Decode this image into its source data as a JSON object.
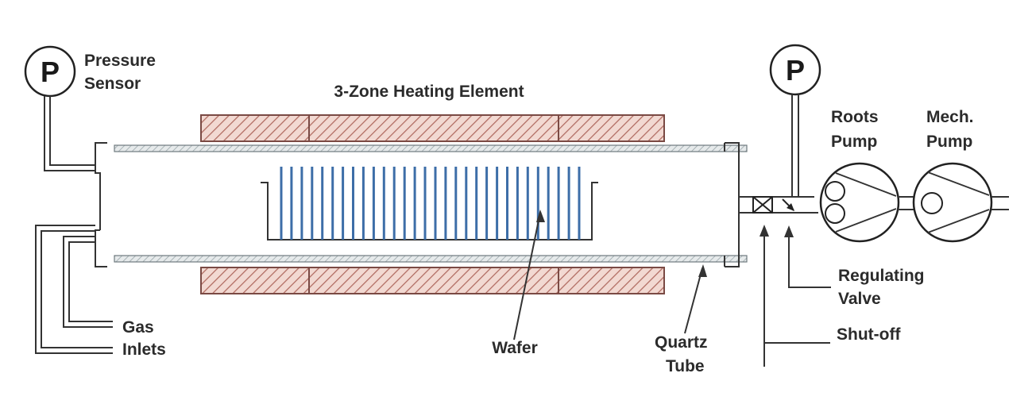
{
  "colors": {
    "heater_fill": "#f2d9d2",
    "heater_hatch": "#b06a60",
    "heater_border": "#7a4a44",
    "tube": "#9aa6aa",
    "wafer": "#3d6ea8",
    "line": "#333333",
    "text": "#2b2b2b"
  },
  "labels": {
    "pressure_symbol_left": "P",
    "pressure_symbol_right": "P",
    "pressure_sensor_1": "Pressure",
    "pressure_sensor_2": "Sensor",
    "heating_element": "3-Zone Heating Element",
    "roots_pump_1": "Roots",
    "roots_pump_2": "Pump",
    "mech_pump_1": "Mech.",
    "mech_pump_2": "Pump",
    "regulating_valve_1": "Regulating",
    "regulating_valve_2": "Valve",
    "shutoff": "Shut-off",
    "gas_inlets_1": "Gas",
    "gas_inlets_2": "Inlets",
    "wafer": "Wafer",
    "quartz_tube_1": "Quartz",
    "quartz_tube_2": "Tube"
  },
  "wafer_count": 30
}
